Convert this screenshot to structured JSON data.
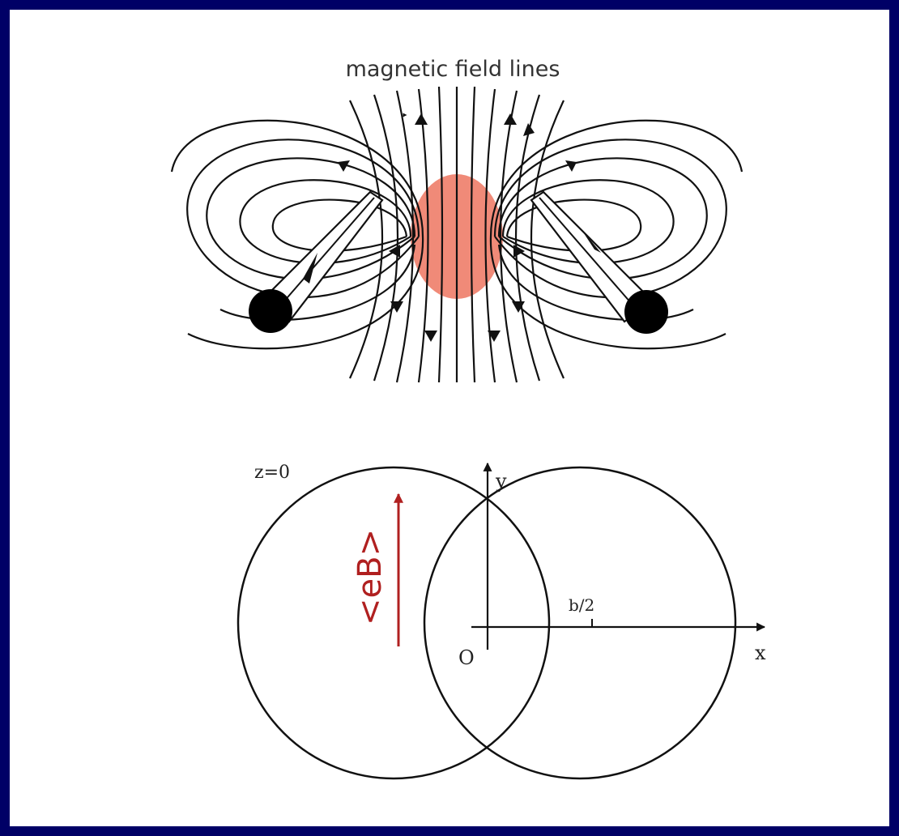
{
  "top_figure": {
    "caption": "magnetic field lines",
    "colors": {
      "lines": "#111111",
      "fireball": "#f08a78",
      "nuclei": "#000000"
    }
  },
  "bottom_figure": {
    "z_label": "z=0",
    "field_label": "<eB>",
    "b_half_label": "b/2",
    "origin_label": "O",
    "x_label": "x",
    "y_label": "y",
    "colors": {
      "outline": "#111111",
      "field_arrow": "#b02020"
    }
  }
}
